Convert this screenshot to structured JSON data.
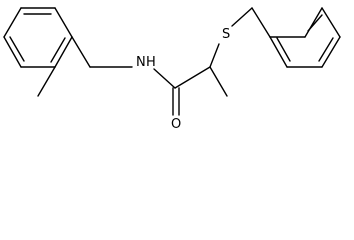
{
  "molecule": {
    "atoms": {
      "nitrogen": {
        "label": "N",
        "hydrogen": "H"
      },
      "sulfur": {
        "label": "S"
      },
      "oxygen": {
        "label": "O"
      }
    },
    "colors": {
      "bond": "#000000",
      "label": "#000000",
      "background": "#ffffff"
    }
  }
}
